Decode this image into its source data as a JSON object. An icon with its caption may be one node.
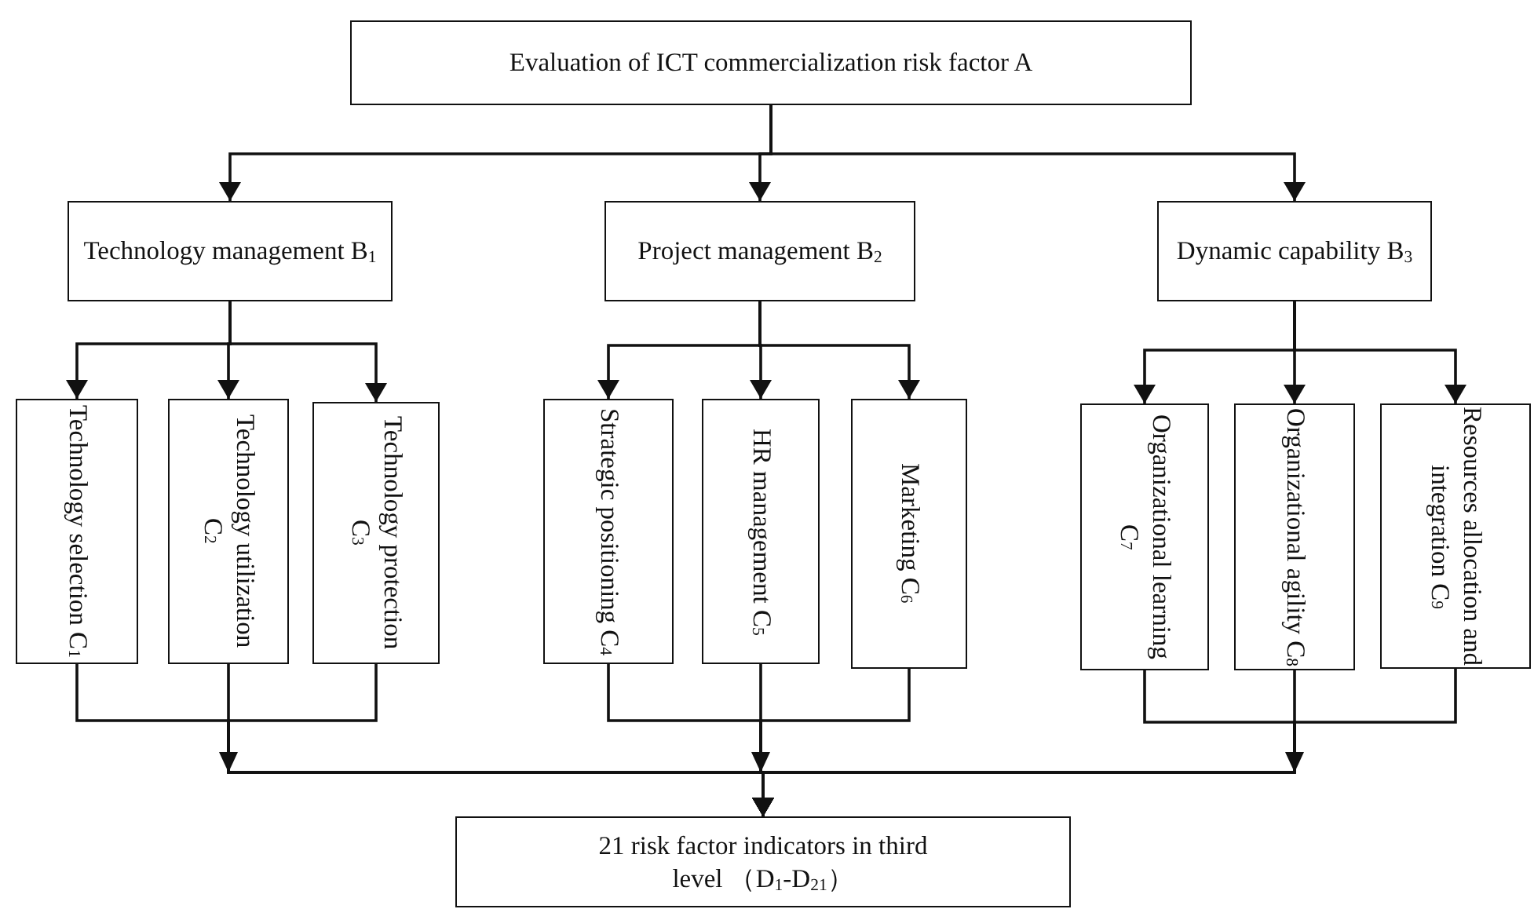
{
  "diagram": {
    "nodes": [
      {
        "text": [
          "Evaluation of ICT commercialization risk factor A"
        ]
      },
      {
        "text": [
          "Technology management B$_{1}$"
        ]
      },
      {
        "text": [
          "Project management B$_{2}$"
        ]
      },
      {
        "text": [
          "Dynamic capability B$_{3}$"
        ]
      },
      {
        "text": [
          "Technology selection C$_{1}$"
        ]
      },
      {
        "text": [
          "Technology utilization C$_{2}$"
        ]
      },
      {
        "text": [
          "Technology protection C$_{3}$"
        ]
      },
      {
        "text": [
          "Strategic positioning C$_{4}$"
        ]
      },
      {
        "text": [
          "HR management C$_{5}$"
        ]
      },
      {
        "text": [
          "Marketing C$_{6}$"
        ]
      },
      {
        "text": [
          "Organizational learning C$_{7}$"
        ]
      },
      {
        "text": [
          "Organizational agility C$_{8}$"
        ]
      },
      {
        "text": [
          "Resources allocation and integration C$_{9}$"
        ]
      },
      {
        "text": [
          "21 risk factor indicators in third level （D$_{1}$-D$_{21}$）"
        ]
      }
    ],
    "edges": [
      {
        "from": 0,
        "to": 1,
        "arrow": "to"
      },
      {
        "from": 0,
        "to": 2,
        "arrow": "to"
      },
      {
        "from": 0,
        "to": 3,
        "arrow": "to"
      },
      {
        "from": 1,
        "to": 4,
        "arrow": "to"
      },
      {
        "from": 1,
        "to": 5,
        "arrow": "to"
      },
      {
        "from": 1,
        "to": 6,
        "arrow": "to"
      },
      {
        "from": 2,
        "to": 7,
        "arrow": "to"
      },
      {
        "from": 2,
        "to": 8,
        "arrow": "to"
      },
      {
        "from": 2,
        "to": 9,
        "arrow": "to"
      },
      {
        "from": 3,
        "to": 10,
        "arrow": "to"
      },
      {
        "from": 3,
        "to": 11,
        "arrow": "to"
      },
      {
        "from": 3,
        "to": 12,
        "arrow": "to"
      },
      {
        "from": 4,
        "to": 13,
        "arrow": "to"
      },
      {
        "from": 5,
        "to": 13,
        "arrow": "to"
      },
      {
        "from": 6,
        "to": 13,
        "arrow": "to"
      },
      {
        "from": 7,
        "to": 13,
        "arrow": "to"
      },
      {
        "from": 8,
        "to": 13,
        "arrow": "to"
      },
      {
        "from": 9,
        "to": 13,
        "arrow": "to"
      },
      {
        "from": 10,
        "to": 13,
        "arrow": "to"
      },
      {
        "from": 11,
        "to": 13,
        "arrow": "to"
      },
      {
        "from": 12,
        "to": 13,
        "arrow": "to"
      }
    ]
  }
}
